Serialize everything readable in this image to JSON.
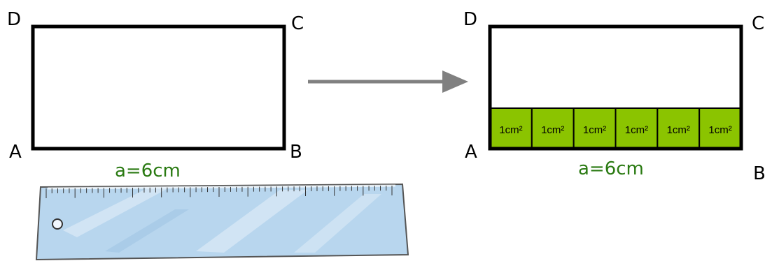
{
  "colors": {
    "outline": "#000000",
    "arrow": "#808080",
    "unit_fill": "#8bc400",
    "dimension_text": "#2a7a12",
    "ruler_fill": "#b8d6ee",
    "ruler_edge": "#555555"
  },
  "left_figure": {
    "vertex_a": "A",
    "vertex_b": "B",
    "vertex_c": "C",
    "vertex_d": "D",
    "dimension": "a=6cm"
  },
  "right_figure": {
    "vertex_a": "A",
    "vertex_b": "B",
    "vertex_c": "C",
    "vertex_d": "D",
    "dimension": "a=6cm",
    "unit_squares": [
      "1cm²",
      "1cm²",
      "1cm²",
      "1cm²",
      "1cm²",
      "1cm²"
    ]
  },
  "icons": {
    "ruler": "ruler-icon",
    "arrow": "arrow-right-icon"
  }
}
